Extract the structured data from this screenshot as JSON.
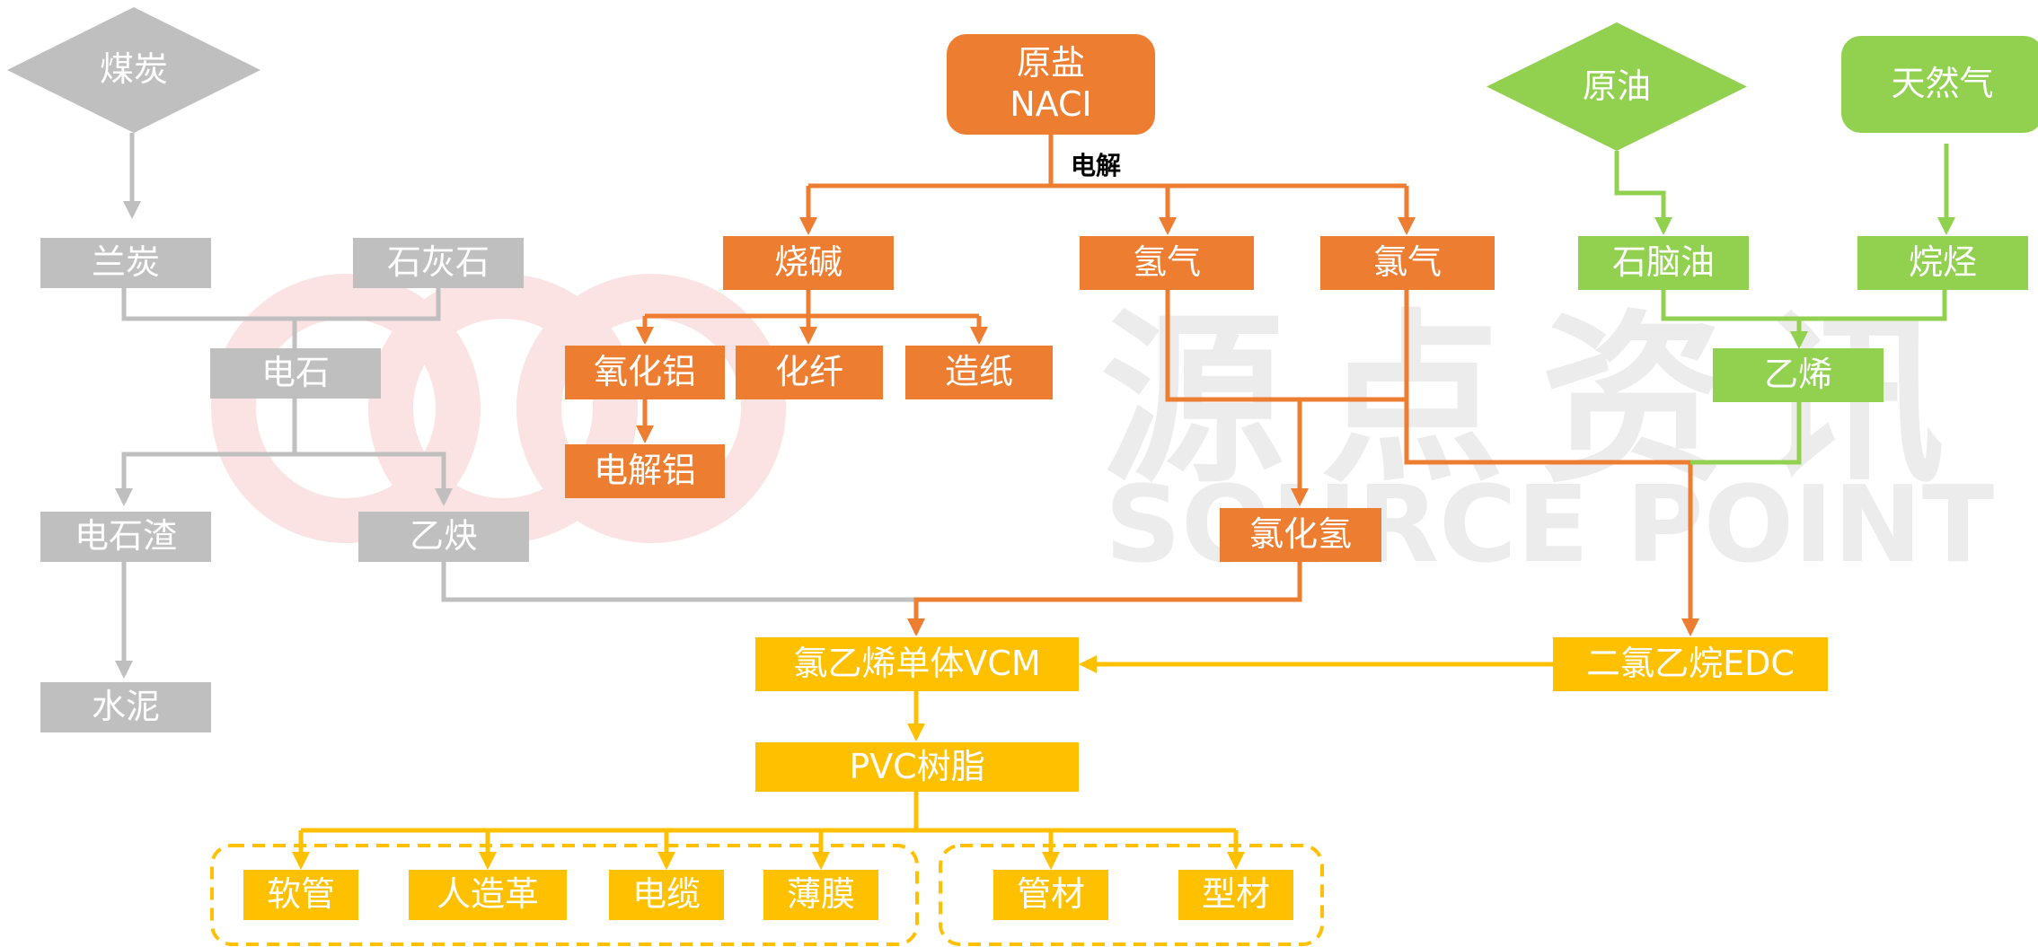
{
  "watermark": {
    "cn": "源点资讯",
    "en": "SOURCE POINT"
  },
  "colors": {
    "gray": "#bfbfbf",
    "orange": "#ed7d31",
    "yellow": "#ffc000",
    "green": "#92d050"
  },
  "nodes": {
    "coal": "煤炭",
    "semi_coke": "兰炭",
    "limestone": "石灰石",
    "calcium_carbide": "电石",
    "carbide_slag": "电石渣",
    "acetylene": "乙炔",
    "cement": "水泥",
    "raw_salt_line1": "原盐",
    "raw_salt_line2": "NACI",
    "electrolysis_label": "电解",
    "caustic_soda": "烧碱",
    "hydrogen": "氢气",
    "chlorine": "氯气",
    "alumina": "氧化铝",
    "chemical_fiber": "化纤",
    "papermaking": "造纸",
    "electrolytic_aluminum": "电解铝",
    "hydrogen_chloride": "氯化氢",
    "crude_oil": "原油",
    "natural_gas": "天然气",
    "naphtha": "石脑油",
    "alkane": "烷烃",
    "ethylene": "乙烯",
    "vcm": "氯乙烯单体VCM",
    "edc": "二氯乙烷EDC",
    "pvc_resin": "PVC树脂",
    "hose": "软管",
    "artificial_leather": "人造革",
    "cable": "电缆",
    "film": "薄膜",
    "pipe": "管材",
    "profile": "型材"
  }
}
